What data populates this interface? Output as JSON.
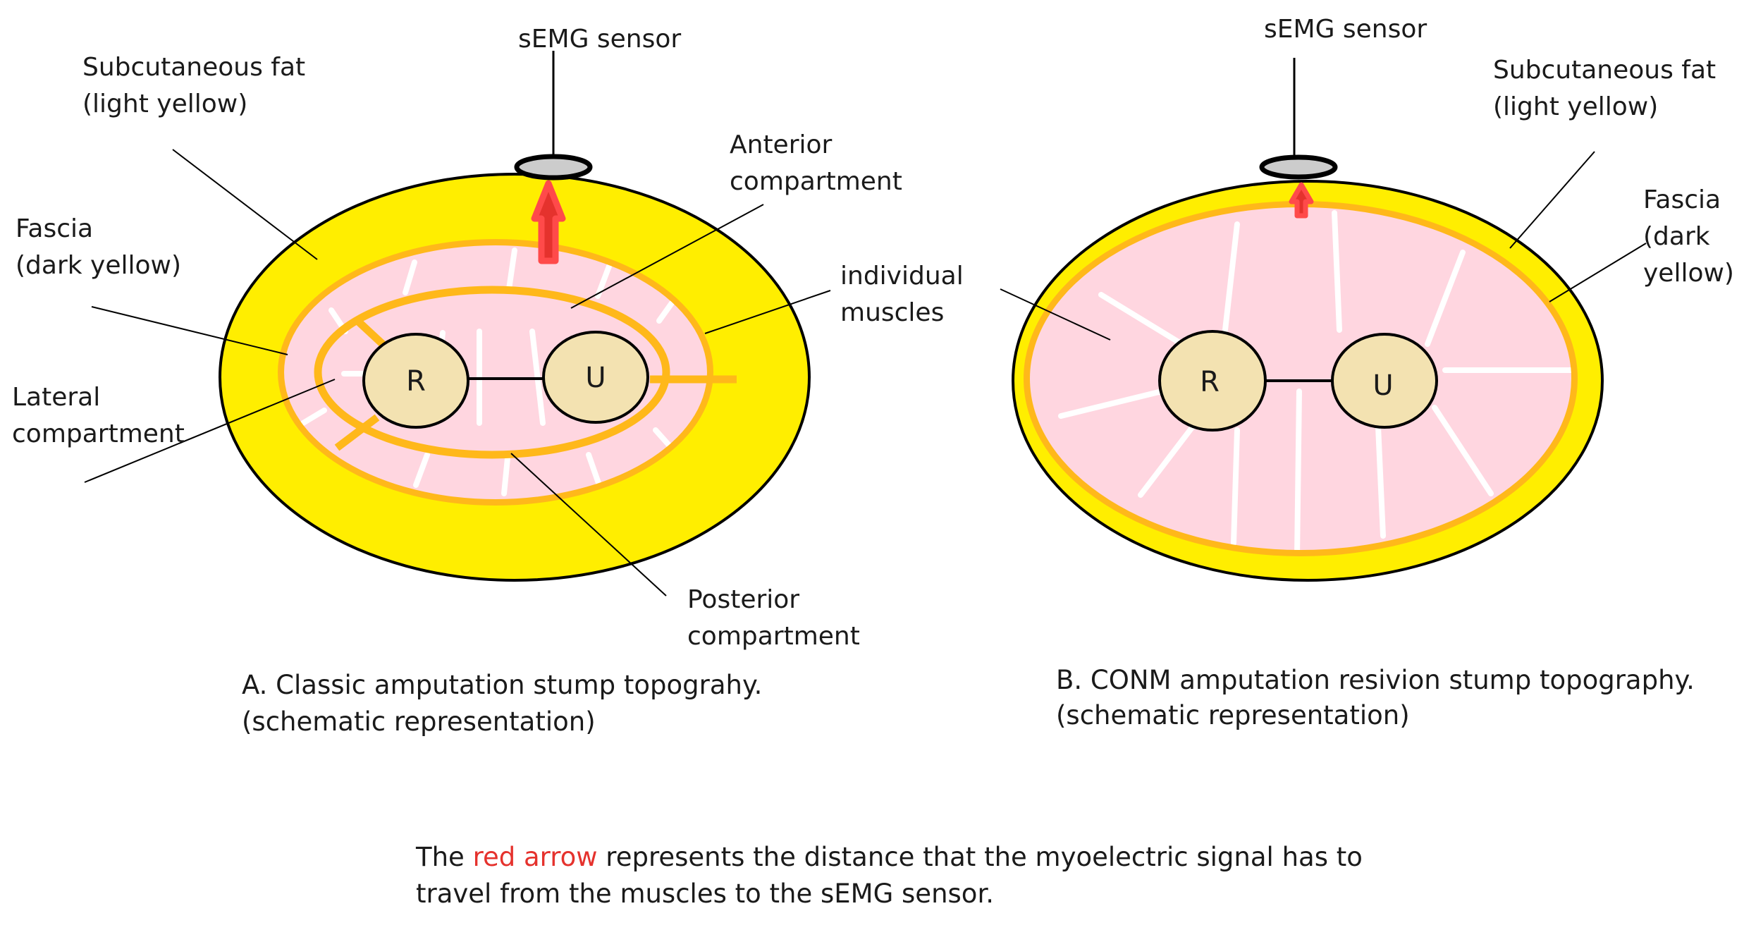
{
  "panel_a": {
    "sensor": "sEMG sensor",
    "fat": [
      "Subcutaneous fat",
      "(light yellow)"
    ],
    "fascia": [
      "Fascia",
      "(dark yellow)"
    ],
    "lateral": [
      "Lateral",
      "compartment"
    ],
    "anterior": [
      "Anterior",
      "compartment"
    ],
    "muscles": [
      "individual",
      "muscles"
    ],
    "posterior": [
      "Posterior",
      "compartment"
    ],
    "bone_r": "R",
    "bone_u": "U",
    "caption": [
      "A. Classic amputation stump topograhy.",
      "(schematic representation)"
    ]
  },
  "panel_b": {
    "sensor": "sEMG sensor",
    "fat": [
      "Subcutaneous fat",
      "(light yellow)"
    ],
    "fascia": [
      "Fascia",
      "(dark",
      "yellow)"
    ],
    "bone_r": "R",
    "bone_u": "U",
    "caption": [
      "B. CONM amputation resivion stump topography.",
      "(schematic representation)"
    ]
  },
  "footnote": {
    "pre": "The ",
    "highlight": "red arrow",
    "post": " represents the distance that the myoelectric signal has to",
    "line2": "travel from the muscles to the sEMG sensor."
  },
  "colors": {
    "fat": "#ffee00",
    "fascia": "#ffb81a",
    "muscle": "#ffd6e0",
    "bone": "#f3e2b1",
    "arrow": "#e5322d",
    "sensor": "#cccccc"
  }
}
